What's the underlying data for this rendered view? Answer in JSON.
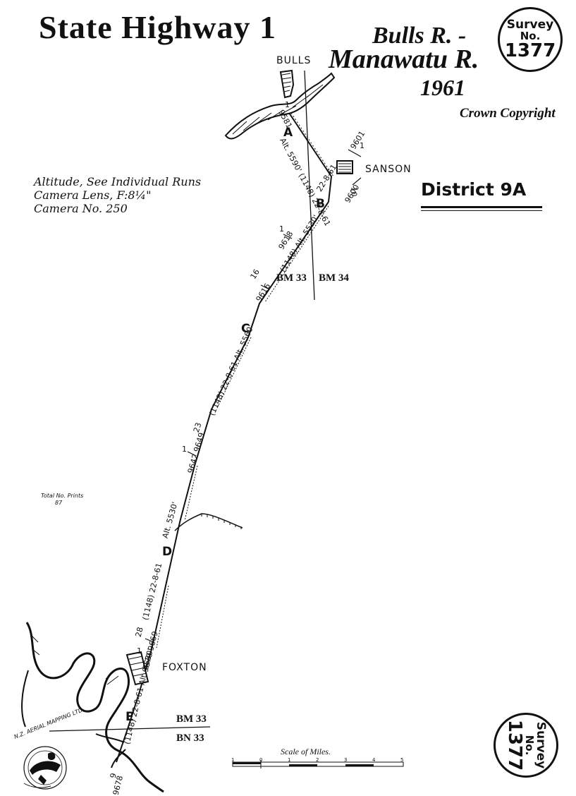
{
  "header": {
    "title": "State Highway 1",
    "route_line1": "Bulls R. -",
    "route_line2": "Manawatu R.",
    "year": "1961",
    "copyright": "Crown Copyright",
    "district": "District 9A"
  },
  "survey_badge": {
    "line1": "Survey",
    "line2": "No.",
    "number": "1377"
  },
  "camera_info": {
    "altitude": "Altitude, See Individual Runs",
    "lens": "Camera Lens, F:8¼\"",
    "camera": "Camera No. 250"
  },
  "prints": {
    "label": "Total No. Prints",
    "count": "87"
  },
  "places": {
    "bulls": "BULLS",
    "sanson": "SANSON",
    "foxton": "FOXTON"
  },
  "benchmarks": {
    "bm33_upper": "BM 33",
    "bm34": "BM 34",
    "bm33_lower": "BM 33",
    "bn33": "BN 33"
  },
  "flight_points": {
    "a": "A",
    "b": "B",
    "c": "C",
    "d": "D",
    "e": "E"
  },
  "run_labels": {
    "a_alt": "Alt. 5590' (1148) 22-8-61",
    "a_nums": "9581",
    "a_frame": "1",
    "sanson_nums": "9601",
    "sanson_frame1": "1",
    "sanson_nums2": "9600",
    "sanson_frame2": "10",
    "b_date": "22-8-61",
    "b_alt": "(1148) Alt. 5530'",
    "b_nums": "9618",
    "b_frame": "1",
    "bm_nums": "9616",
    "bm_frame": "16",
    "c_run": "(1148) 22-8-61 Alt. 5560'",
    "c_nums": "9642  9649",
    "c_frame1": "1",
    "c_frame2": "23",
    "d_alt": "Alt. 5530'",
    "d_run": "(1148) 22-8-61",
    "d_nums": "9670  9669",
    "d_frame1": "1",
    "d_frame2": "28",
    "e_run": "(1148) 22-8-61 Alt. 5530'",
    "e_nums": "9678",
    "e_frame": "9"
  },
  "scale": {
    "label": "Scale of Miles.",
    "ticks": [
      "1",
      "0",
      "1",
      "2",
      "3",
      "4",
      "5"
    ]
  },
  "logo": {
    "text": "N.Z. AERIAL MAPPING LTD."
  }
}
